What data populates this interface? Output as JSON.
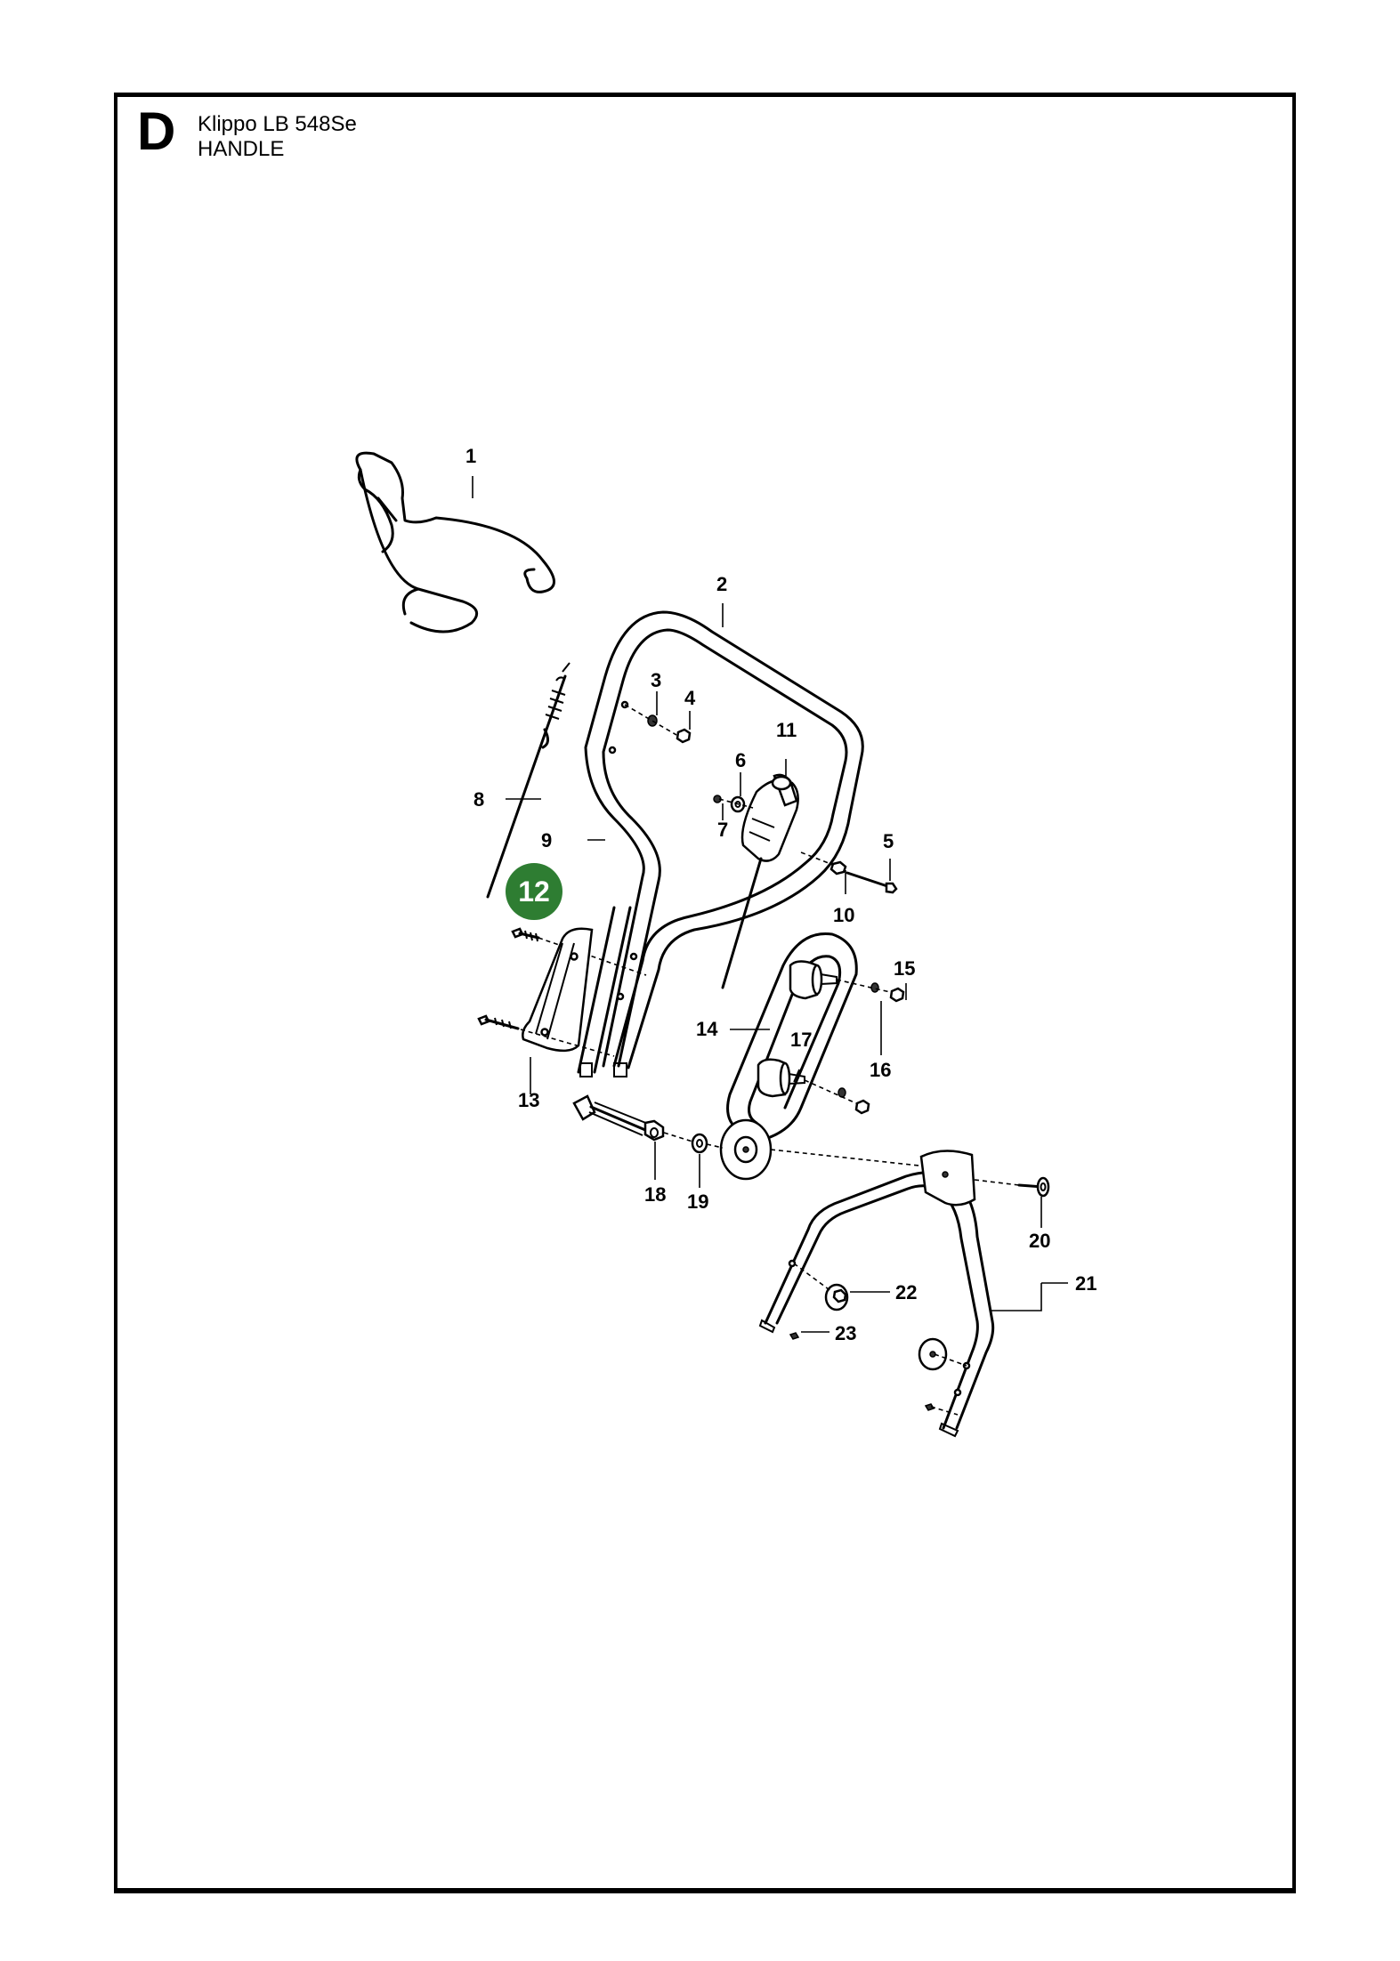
{
  "header": {
    "section_letter": "D",
    "model": "Klippo LB 548Se",
    "title": "HANDLE"
  },
  "callouts": [
    "1",
    "2",
    "3",
    "4",
    "5",
    "6",
    "7",
    "8",
    "9",
    "10",
    "11",
    "12",
    "13",
    "14",
    "15",
    "16",
    "17",
    "18",
    "19",
    "20",
    "21",
    "22",
    "23"
  ],
  "highlight": {
    "label": "12",
    "color": "#2e7d32"
  }
}
